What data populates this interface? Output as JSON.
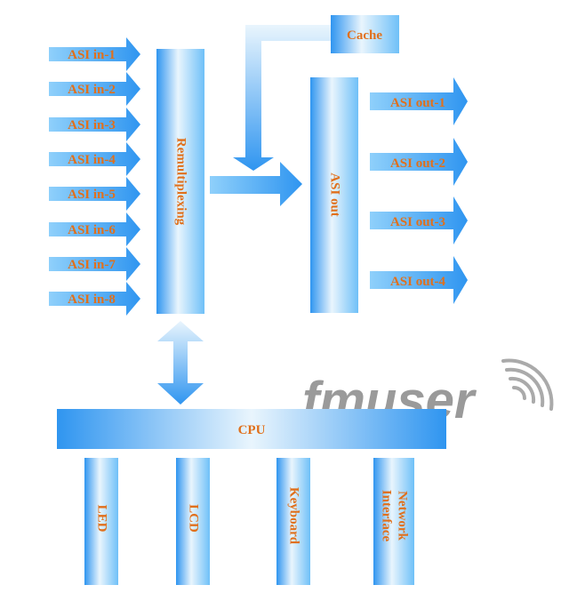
{
  "colors": {
    "block_light": "#e9f5fd",
    "block_mid": "#8fd0fb",
    "block_dark": "#2f95f0",
    "label": "#e0701c",
    "logo": "#9a9a9a"
  },
  "inputs": [
    "ASI in-1",
    "ASI in-2",
    "ASI in-3",
    "ASI in-4",
    "ASI in-5",
    "ASI in-6",
    "ASI in-7",
    "ASI in-8"
  ],
  "remux_label": "Remultiplexing",
  "cache_label": "Cache",
  "asi_out_label": "ASI out",
  "outputs": [
    "ASI out-1",
    "ASI out-2",
    "ASI out-3",
    "ASI out-4"
  ],
  "cpu_label": "CPU",
  "peripherals": {
    "led": "LED",
    "lcd": "LCD",
    "keyboard": "Keyboard",
    "network_line1": "Network",
    "network_line2": "Interface"
  },
  "logo": {
    "text": "fmuser",
    "icon": "wifi-signal-icon"
  }
}
